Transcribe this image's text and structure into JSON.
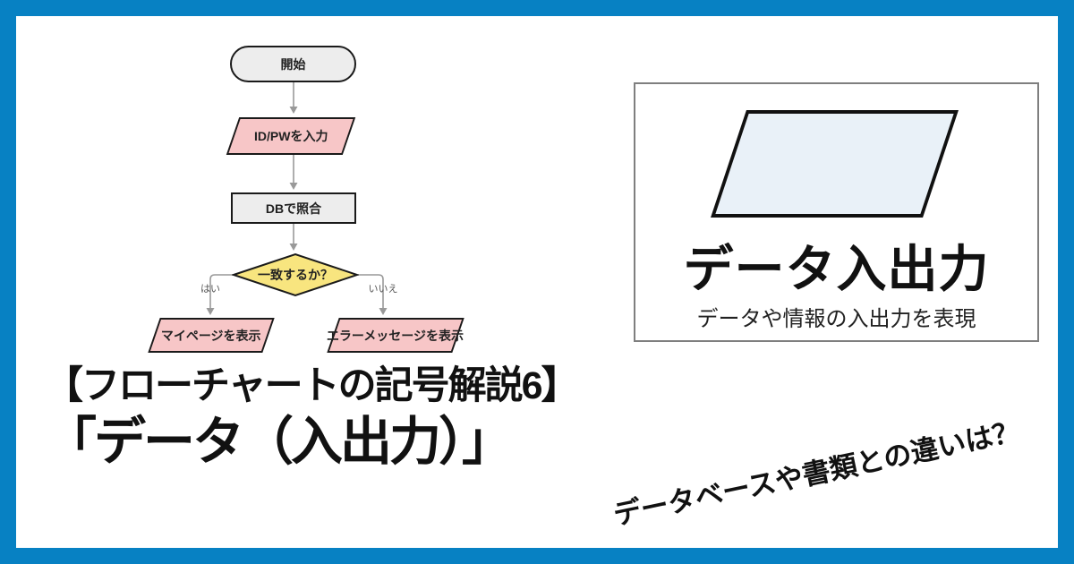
{
  "flowchart": {
    "start": "開始",
    "input": "ID/PWを入力",
    "process": "DBで照合",
    "decision": "一致するか？",
    "branch_yes": "はい",
    "branch_no": "いいえ",
    "result_yes": "マイページを表示",
    "result_no": "エラーメッセージを表示"
  },
  "panel": {
    "heading": "データ入出力",
    "caption": "データや情報の入出力を表現"
  },
  "title": {
    "line1": "【フローチャートの記号解説6】",
    "line2": "「データ（入出力）」"
  },
  "tagline": "データベースや書類との違いは？",
  "colors": {
    "frame_blue": "#0781c3",
    "node_gray": "#ededed",
    "node_pink": "#f7c6c7",
    "node_yellow": "#f8e57f",
    "panel_shape_blue": "#e9f1f8",
    "connector_gray": "#999999",
    "text_black": "#111111"
  }
}
